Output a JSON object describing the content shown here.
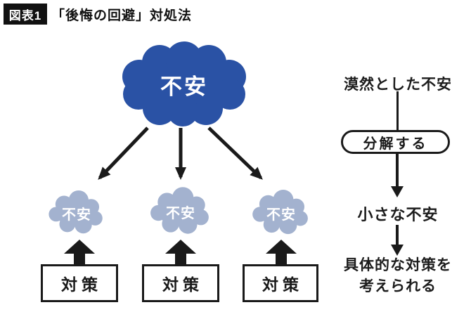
{
  "header": {
    "badge": "図表1",
    "title": "「後悔の回避」対処法"
  },
  "diagram": {
    "big_cloud": {
      "label": "不安"
    },
    "small_clouds": [
      {
        "label": "不安"
      },
      {
        "label": "不安"
      },
      {
        "label": "不安"
      }
    ],
    "boxes": [
      {
        "label": "対策"
      },
      {
        "label": "対策"
      },
      {
        "label": "対策"
      }
    ]
  },
  "flow": {
    "step1": "漠然とした不安",
    "action": "分解する",
    "step2": "小さな不安",
    "result_line1": "具体的な対策を",
    "result_line2": "考えられる"
  },
  "colors": {
    "dark_blue": "#2a52a5",
    "light_blue": "#a3b2cf",
    "ink": "#1a1a1a"
  }
}
